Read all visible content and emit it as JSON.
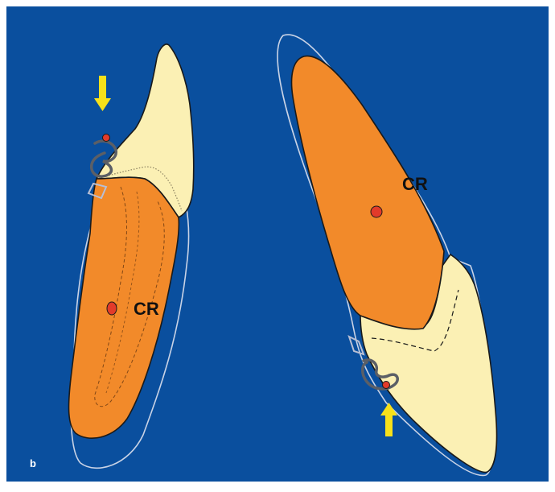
{
  "figure": {
    "panel_label": "b",
    "colors": {
      "background": "#0a4f9e",
      "frame": "#ffffff",
      "root": "#f28a2a",
      "crown": "#fbf0b4",
      "outline": "#1a1a1a",
      "bone_contour": "#c9d3e6",
      "center_marker": "#e23b2a",
      "arrow": "#f7e11a",
      "bracket": "#5b5f66",
      "ligature": "#b9bfd4"
    },
    "left_tooth": {
      "label": "CR",
      "arrow_direction": "down"
    },
    "right_tooth": {
      "label": "CR",
      "arrow_direction": "up"
    }
  }
}
